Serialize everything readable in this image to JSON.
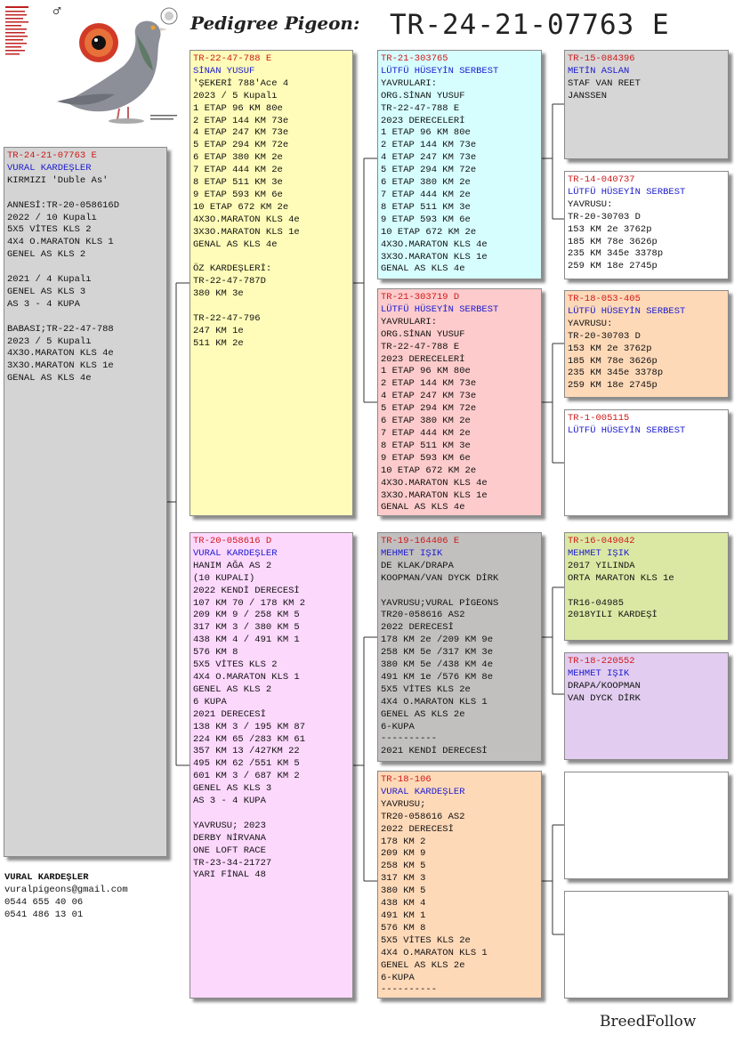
{
  "header": {
    "title": "Pedigree Pigeon:",
    "ring": "TR-24-21-07763 E"
  },
  "contact": {
    "lines": [
      "VURAL KARDEŞLER",
      "vuralpigeons@gmail.com",
      "0544 655 40 06",
      "0541 486 13 01"
    ]
  },
  "footer": "BreedFollow",
  "colors": {
    "ring": "#d01818",
    "owner": "#1a1ad0",
    "subject": "#d4d4d4",
    "sire": "#fefcb8",
    "dam": "#fdd8fd",
    "ss": "#d6feff",
    "sd": "#fdcbcb",
    "ds": "#c2bfbf",
    "dd": "#fed9b8",
    "sss": "#d6d6d6",
    "ssd": "#ffffff",
    "sds": "#fed9b8",
    "sdd": "#ffffff",
    "dss": "#dbe8a4",
    "dsd": "#e2cdf0",
    "dds": "#ffffff",
    "ddd": "#ffffff"
  },
  "boxes": {
    "subject": {
      "ring": "TR-24-21-07763 E",
      "owner": "VURAL KARDEŞLER",
      "lines": [
        "KIRMIZI 'Duble As'",
        "",
        "ANNESİ:TR-20-058616D",
        "2022 / 10 Kupalı",
        "5X5 VİTES KLS 2",
        "4X4 O.MARATON KLS 1",
        "GENEL AS KLS 2",
        "",
        "2021 / 4 Kupalı",
        "GENEL AS KLS 3",
        "AS 3 - 4 KUPA",
        "",
        "BABASI;TR-22-47-788",
        "2023 / 5 Kupalı",
        "4X3O.MARATON KLS 4e",
        "3X3O.MARATON KLS 1e",
        "GENAL AS KLS 4e"
      ]
    },
    "sire": {
      "ring": "TR-22-47-788 E",
      "owner": "SİNAN YUSUF",
      "lines": [
        "'ŞEKERİ 788'Ace 4",
        "2023 / 5 Kupalı",
        "1 ETAP 96 KM 80e",
        "2 ETAP 144 KM 73e",
        "4 ETAP 247 KM 73e",
        "5 ETAP 294 KM 72e",
        "6 ETAP 380 KM 2e",
        "7 ETAP 444 KM 2e",
        "8 ETAP 511 KM 3e",
        "9 ETAP 593 KM 6e",
        "10 ETAP 672 KM 2e",
        "4X3O.MARATON KLS 4e",
        "3X3O.MARATON KLS 1e",
        "GENAL AS KLS 4e",
        "",
        "ÖZ KARDEŞLERİ:",
        "TR-22-47-787D",
        "380 KM 3e",
        "",
        "TR-22-47-796",
        "247 KM 1e",
        "511 KM 2e"
      ]
    },
    "dam": {
      "ring": "TR-20-058616 D",
      "owner": "VURAL KARDEŞLER",
      "lines": [
        "HANIM AĞA AS 2",
        "(10 KUPALI)",
        "2022 KENDİ DERECESİ",
        "107 KM 70 / 178 KM 2",
        "209 KM 9 / 258 KM 5",
        "317 KM 3 / 380 KM 5",
        "438 KM 4 / 491 KM 1",
        "576 KM 8",
        "5X5 VİTES KLS 2",
        "4X4 O.MARATON KLS 1",
        "GENEL AS KLS 2",
        "6 KUPA",
        "2021 DERECESİ",
        "138 KM 3 / 195 KM 87",
        "224 KM 65 /283 KM 61",
        "357 KM 13 /427KM 22",
        "495 KM 62 /551 KM 5",
        "601 KM 3 / 687 KM 2",
        "GENEL AS KLS 3",
        "AS 3 - 4 KUPA",
        "",
        "YAVRUSU; 2023",
        "DERBY NİRVANA",
        "ONE LOFT RACE",
        "TR-23-34-21727",
        "YARI FİNAL 48"
      ]
    },
    "ss": {
      "ring": "TR-21-303765",
      "owner": "LÜTFÜ HÜSEYİN SERBEST",
      "lines": [
        "YAVRULARI:",
        "ORG.SİNAN YUSUF",
        "TR-22-47-788 E",
        "2023 DERECELERİ",
        "1 ETAP 96 KM 80e",
        "2 ETAP 144 KM 73e",
        "4 ETAP 247 KM 73e",
        "5 ETAP 294 KM 72e",
        "6 ETAP 380 KM 2e",
        "7 ETAP 444 KM 2e",
        "8 ETAP 511 KM 3e",
        "9 ETAP 593 KM 6e",
        "10 ETAP 672 KM 2e",
        "4X3O.MARATON KLS 4e",
        "3X3O.MARATON KLS 1e",
        "GENAL AS KLS 4e"
      ]
    },
    "sd": {
      "ring": "TR-21-303719 D",
      "owner": "LÜTFÜ HÜSEYİN SERBEST",
      "lines": [
        "YAVRULARI:",
        "ORG.SİNAN YUSUF",
        "TR-22-47-788 E",
        "2023 DERECELERİ",
        "1 ETAP 96 KM 80e",
        "2 ETAP 144 KM 73e",
        "4 ETAP 247 KM 73e",
        "5 ETAP 294 KM 72e",
        "6 ETAP 380 KM 2e",
        "7 ETAP 444 KM 2e",
        "8 ETAP 511 KM 3e",
        "9 ETAP 593 KM 6e",
        "10 ETAP 672 KM 2e",
        "4X3O.MARATON KLS 4e",
        "3X3O.MARATON KLS 1e",
        "GENAL AS KLS 4e"
      ]
    },
    "ds": {
      "ring": "TR-19-164406 E",
      "owner": "MEHMET IŞIK",
      "lines": [
        "DE KLAK/DRAPA",
        "KOOPMAN/VAN DYCK DİRK",
        "",
        "YAVRUSU;VURAL PİGEONS",
        "TR20-058616 AS2",
        "2022 DERECESİ",
        "178 KM 2e /209 KM 9e",
        "258 KM 5e /317 KM 3e",
        "380 KM 5e /438 KM 4e",
        "491 KM 1e /576 KM 8e",
        "5X5 VİTES KLS 2e",
        "4X4 O.MARATON KLS 1",
        "GENEL AS KLS 2e",
        "6-KUPA",
        "----------",
        "2021 KENDİ DERECESİ"
      ]
    },
    "dd": {
      "ring": "TR-18-106",
      "owner": "VURAL KARDEŞLER",
      "lines": [
        "YAVRUSU;",
        "TR20-058616 AS2",
        "2022 DERECESİ",
        "178 KM 2",
        "209 KM 9",
        "258 KM 5",
        "317 KM 3",
        "380 KM 5",
        "438 KM 4",
        "491 KM 1",
        "576 KM 8",
        "5X5 VİTES KLS 2e",
        "4X4 O.MARATON KLS 1",
        "GENEL AS KLS 2e",
        "6-KUPA",
        "----------"
      ]
    },
    "sss": {
      "ring": "TR-15-084396",
      "owner": "METİN ASLAN",
      "lines": [
        "STAF VAN REET",
        "JANSSEN"
      ]
    },
    "ssd": {
      "ring": "TR-14-040737",
      "owner": "LÜTFÜ HÜSEYİN SERBEST",
      "lines": [
        "YAVRUSU:",
        "TR-20-30703 D",
        "153 KM 2e 3762p",
        "185 KM 78e 3626p",
        "235 KM 345e 3378p",
        "259 KM 18e 2745p"
      ]
    },
    "sds": {
      "ring": "TR-18-053-405",
      "owner": "LÜTFÜ HÜSEYİN SERBEST",
      "lines": [
        "YAVRUSU:",
        "TR-20-30703 D",
        "153 KM 2e 3762p",
        "185 KM 78e 3626p",
        "235 KM 345e 3378p",
        "259 KM 18e 2745p"
      ]
    },
    "sdd": {
      "ring": "TR-1-005115",
      "owner": "LÜTFÜ HÜSEYİN SERBEST",
      "lines": []
    },
    "dss": {
      "ring": "TR-16-049042",
      "owner": "MEHMET IŞIK",
      "lines": [
        "2017 YILINDA",
        "ORTA MARATON KLS 1e",
        "",
        "TR16-04985",
        "2018YILI KARDEŞİ"
      ]
    },
    "dsd": {
      "ring": "TR-18-220552",
      "owner": "MEHMET IŞIK",
      "lines": [
        "DRAPA/KOOPMAN",
        "VAN DYCK DİRK"
      ]
    },
    "dds": {
      "ring": "",
      "owner": "",
      "lines": []
    },
    "ddd": {
      "ring": "",
      "owner": "",
      "lines": []
    }
  }
}
